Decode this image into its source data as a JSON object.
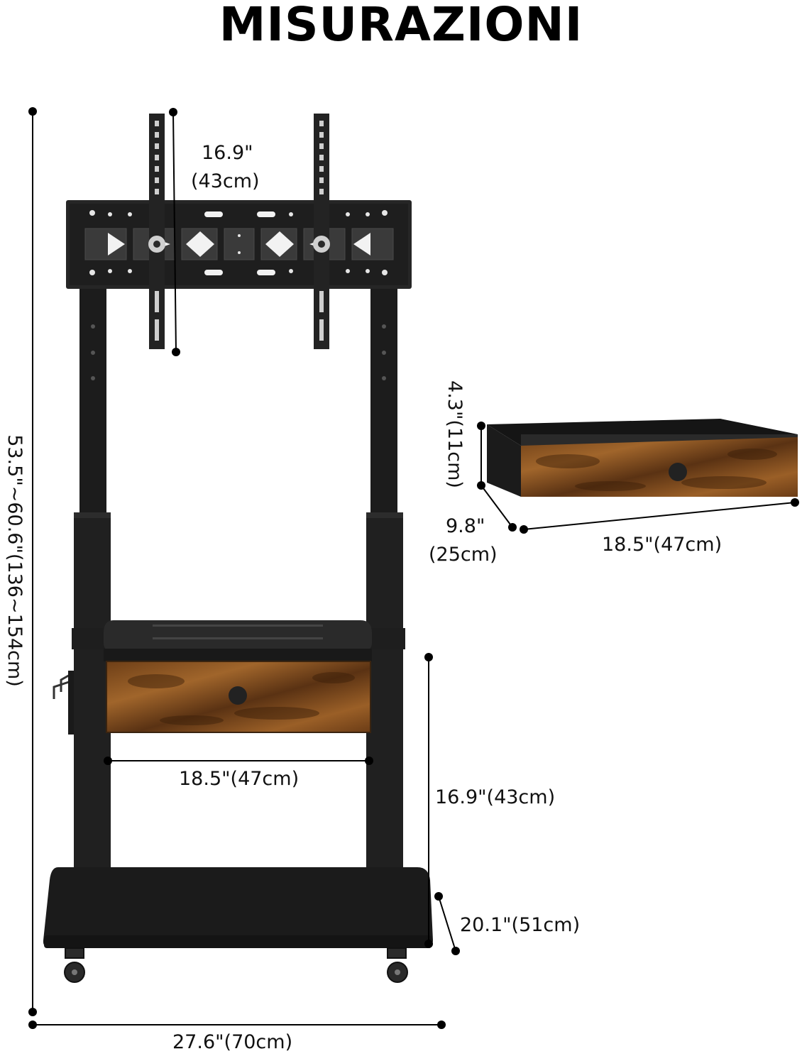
{
  "title": "MISURAZIONI",
  "dims": {
    "height": "53.5\"~60.6\"(136~154cm)",
    "bracket_in": "16.9\"",
    "bracket_cm": "(43cm)",
    "shelf_width": "18.5\"(47cm)",
    "shelf_height": "16.9\"(43cm)",
    "base_depth": "20.1\"(51cm)",
    "base_width": "27.6\"(70cm)",
    "drawer_height": "4.3\"(11cm)",
    "drawer_depth_in": "9.8\"",
    "drawer_depth_cm": "(25cm)",
    "drawer_width": "18.5\"(47cm)"
  },
  "colors": {
    "frame": "#1e1e1e",
    "wood": "#8a5524",
    "line": "#000000"
  }
}
